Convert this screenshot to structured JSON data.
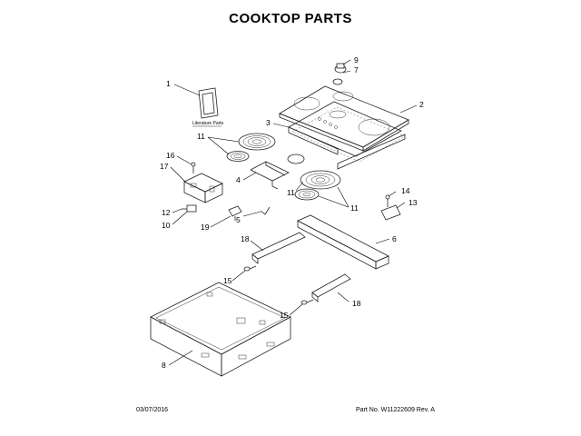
{
  "title": "COOKTOP PARTS",
  "footer": {
    "date": "03/07/2016",
    "part_number": "Part No.  W11222609  Rev.  A"
  },
  "literature_label": "Literature Parts",
  "callouts": {
    "c1": "1",
    "c2": "2",
    "c3": "3",
    "c4": "4",
    "c5": "5",
    "c6": "6",
    "c7": "7",
    "c8": "8",
    "c9": "9",
    "c10": "10",
    "c11a": "11",
    "c11b": "11",
    "c11c": "11",
    "c12": "12",
    "c13": "13",
    "c14": "14",
    "c15a": "15",
    "c15b": "15",
    "c16": "16",
    "c17": "17",
    "c18a": "18",
    "c18b": "18",
    "c19": "19"
  }
}
